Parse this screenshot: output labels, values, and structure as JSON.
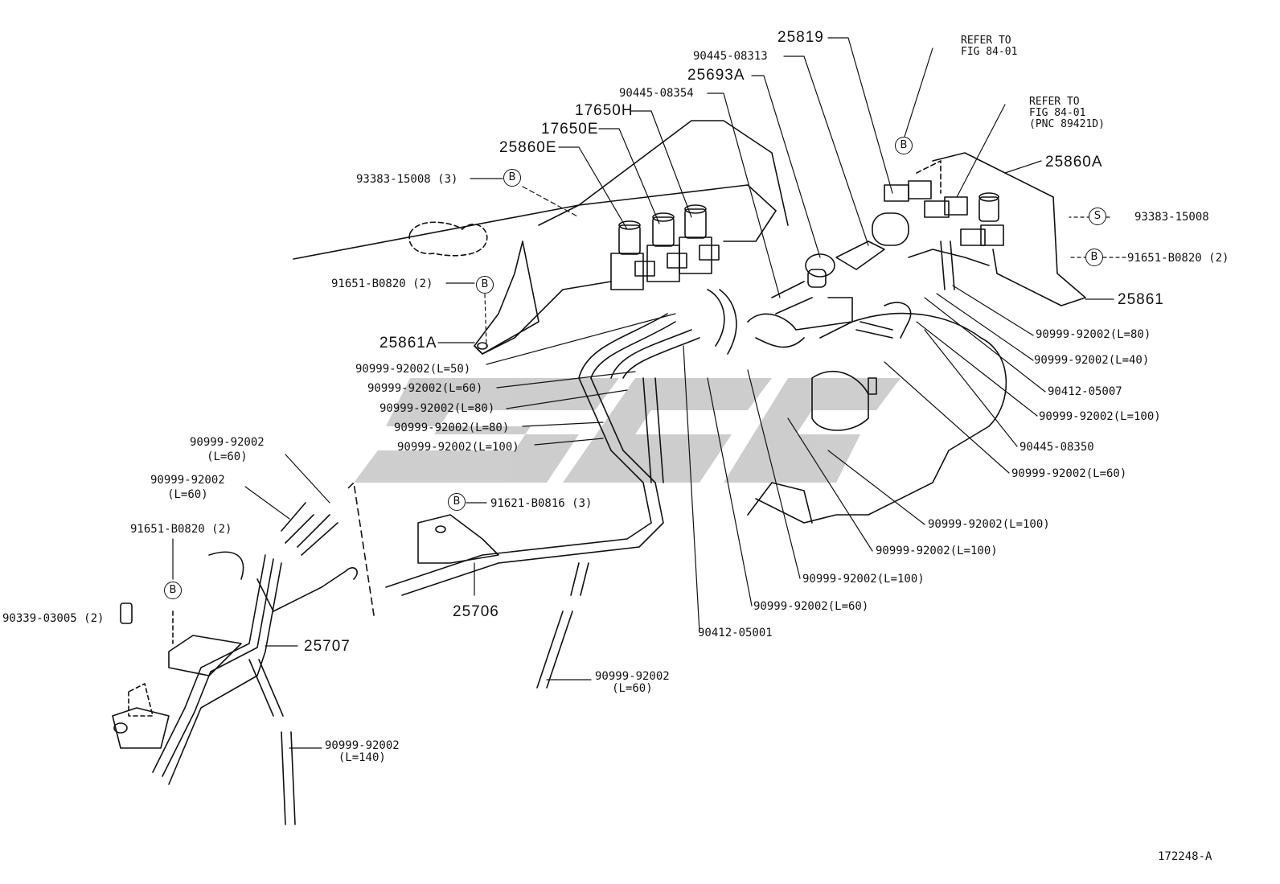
{
  "diagram_id": "172248-A",
  "refer_notes": {
    "refer1": "REFER TO\nFIG 84-01",
    "refer2": "REFER TO\nFIG 84-01\n(PNC 89421D)"
  },
  "markers": {
    "bolt": "B",
    "screw": "S"
  },
  "watermark": "OEM",
  "labels": {
    "p25819": "25819",
    "p90445_08313": "90445-08313",
    "p25693A": "25693A",
    "p90445_08354": "90445-08354",
    "p17650H": "17650H",
    "p17650E": "17650E",
    "p25860E": "25860E",
    "p93383_15008_3": "93383-15008 (3)",
    "p91651_B0820_2_left": "91651-B0820 (2)",
    "p25861A": "25861A",
    "h50": "90999-92002(L=50)",
    "h60a": "90999-92002(L=60)",
    "h80a": "90999-92002(L=80)",
    "h80b": "90999-92002(L=80)",
    "h100a": "90999-92002(L=100)",
    "p25860A": "25860A",
    "p93383_15008_right": "93383-15008",
    "p91651_B0820_2_right": "91651-B0820 (2)",
    "p25861": "25861",
    "r80": "90999-92002(L=80)",
    "r40": "90999-92002(L=40)",
    "p90412_05007": "90412-05007",
    "r100a": "90999-92002(L=100)",
    "p90445_08350": "90445-08350",
    "r60": "90999-92002(L=60)",
    "r100b": "90999-92002(L=100)",
    "r100c": "90999-92002(L=100)",
    "r100d": "90999-92002(L=100)",
    "r60b": "90999-92002(L=60)",
    "p90412_05001": "90412-05001",
    "p91621_B0816_3": "91621-B0816 (3)",
    "p25706": "25706",
    "bottom_hose": "90999-92002\n(L=60)",
    "left_hose60a": "90999-92002\n(L=60)",
    "left_hose60b": "90999-92002\n(L=60)",
    "p91651_B0820_2_lower": "91651-B0820 (2)",
    "p90339_03005_2": "90339-03005 (2)",
    "p25707": "25707",
    "hose140": "90999-92002\n(L=140)"
  }
}
